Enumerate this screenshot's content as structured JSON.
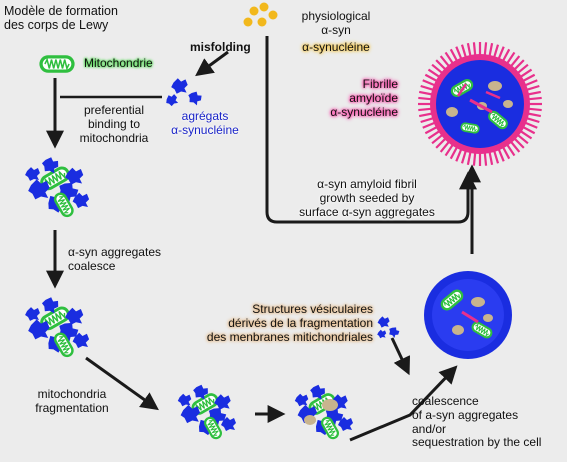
{
  "title": "Modèle de formation\ndes corps de Lewy",
  "labels": {
    "physiological": "physiological\nα-syn",
    "synucleine_fr": "α-synucléine",
    "misfolding": "misfolding",
    "mitochondrie": "Mitochondrie",
    "agregats": "agrégats\nα-synucléine",
    "preferential": "preferential\nbinding to\nmitochondria",
    "fibrille": "Fibrille\namyloïde\nα-synucléine",
    "fibril_growth": "α-syn amyloid fibril\ngrowth seeded by\nsurface α-syn aggregates",
    "coalesce": "α-syn aggregates\ncoalesce",
    "structures": "Structures vésiculaires\ndérivés de la fragmentation\ndes menbranes mitichondriales",
    "mito_frag": "mitochondria\nfragmentation",
    "coalescence": "coalescence\nof a-syn aggregates\nand/or\nsequestration by the cell"
  },
  "colors": {
    "aggregate": "#1a2de0",
    "mitochondria": "#2fbf3f",
    "alpha_syn": "#f2b81c",
    "fibril": "#e8308c",
    "vesicle": "#c8b48e",
    "arrow": "#1a1a1a"
  }
}
